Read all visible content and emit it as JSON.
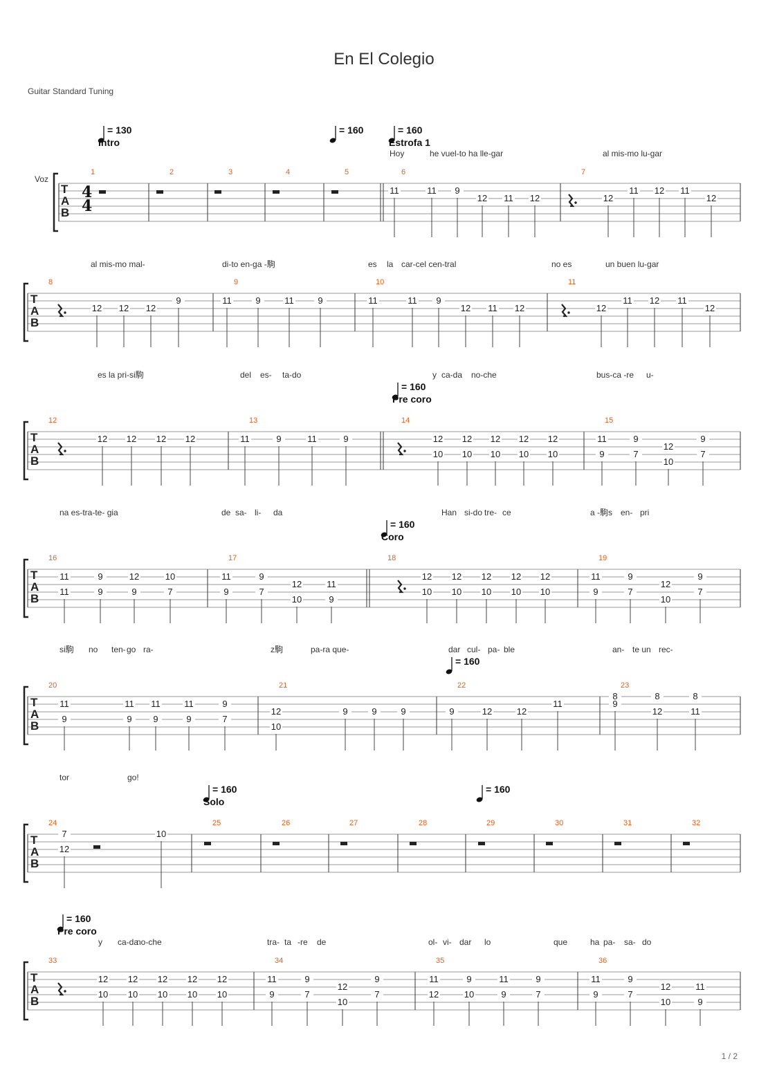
{
  "title": "En El Colegio",
  "tuning": "Guitar Standard Tuning",
  "page": "1 / 2",
  "instrument": "Voz",
  "time_signature": [
    "4",
    "4"
  ],
  "tab_letters": [
    "T",
    "A",
    "B"
  ],
  "systems": [
    {
      "tempos": [
        {
          "text": "= 130",
          "section": "Intro"
        },
        {
          "text": "= 160",
          "section": ""
        },
        {
          "text": "= 160",
          "section": "Estrofa 1"
        }
      ],
      "lyrics": [
        "Hoy",
        "he vuel-to ha lle-gar",
        "al mis-mo lu-gar"
      ],
      "measures": [
        {
          "n": "1",
          "frets": []
        },
        {
          "n": "2",
          "frets": []
        },
        {
          "n": "3",
          "frets": []
        },
        {
          "n": "4",
          "frets": []
        },
        {
          "n": "5",
          "frets": []
        },
        {
          "n": "6",
          "frets": [
            "11",
            "11",
            "9",
            "12",
            "11",
            "12"
          ]
        },
        {
          "n": "7",
          "frets": [
            "12",
            "11",
            "12",
            "11",
            "12"
          ]
        }
      ]
    },
    {
      "tempos": [],
      "lyrics": [
        "al mis-mo mal-",
        "di-to en-ga -駒",
        "es",
        "la",
        "car-cel cen-tral",
        "no es",
        "un buen lu-gar"
      ],
      "measures": [
        {
          "n": "8",
          "frets": [
            "12",
            "12",
            "12",
            "9"
          ]
        },
        {
          "n": "9",
          "frets": [
            "11",
            "9",
            "11",
            "9"
          ]
        },
        {
          "n": "10",
          "frets": [
            "11",
            "11",
            "9",
            "12",
            "11",
            "12"
          ]
        },
        {
          "n": "11",
          "frets": [
            "12",
            "11",
            "12",
            "11",
            "12"
          ]
        }
      ]
    },
    {
      "tempos": [
        {
          "text": "= 160",
          "section": "Pre coro"
        }
      ],
      "lyrics": [
        "es la pri-si駒",
        "del",
        "es-",
        "ta-",
        "do",
        "y",
        "ca-da",
        "no-che",
        "bus-ca -re",
        "u-"
      ],
      "measures": [
        {
          "n": "12",
          "frets": [
            "12",
            "12",
            "12",
            "12"
          ]
        },
        {
          "n": "13",
          "frets": [
            "11",
            "9",
            "11",
            "9"
          ]
        },
        {
          "n": "14",
          "frets": [
            "12",
            "12",
            "12",
            "12",
            "12",
            "10",
            "10",
            "10",
            "10",
            "10"
          ]
        },
        {
          "n": "15",
          "frets": [
            "11",
            "9",
            "9",
            "7",
            "12",
            "10",
            "9",
            "7"
          ]
        }
      ]
    },
    {
      "tempos": [
        {
          "text": "= 160",
          "section": "Coro"
        }
      ],
      "lyrics": [
        "na es-tra-te- gia",
        "de",
        "sa-",
        "li-",
        "da",
        "Han",
        "si-do",
        "tre-",
        "ce",
        "a -駒s",
        "en-",
        "pri"
      ],
      "measures": [
        {
          "n": "16",
          "frets": [
            "11",
            "9",
            "12",
            "10",
            "11",
            "9",
            "9",
            "7"
          ]
        },
        {
          "n": "17",
          "frets": [
            "11",
            "9",
            "9",
            "7",
            "12",
            "10",
            "11",
            "9"
          ]
        },
        {
          "n": "18",
          "frets": [
            "12",
            "12",
            "12",
            "12",
            "12",
            "10",
            "10",
            "10",
            "10",
            "10"
          ]
        },
        {
          "n": "19",
          "frets": [
            "11",
            "9",
            "9",
            "7",
            "12",
            "10",
            "9",
            "7"
          ]
        }
      ]
    },
    {
      "tempos": [
        {
          "text": "= 160",
          "section": ""
        }
      ],
      "lyrics": [
        "si駒",
        "no",
        "ten-",
        "go",
        "ra-",
        "z駒",
        "pa-ra que-",
        "dar",
        "cul-",
        "pa-",
        "ble",
        "an-",
        "te un",
        "rec-"
      ],
      "measures": [
        {
          "n": "20",
          "frets": [
            "11",
            "9",
            "11",
            "9",
            "11",
            "9",
            "11",
            "9",
            "9",
            "7"
          ]
        },
        {
          "n": "21",
          "frets": [
            "12",
            "10",
            "9",
            "9",
            "9"
          ]
        },
        {
          "n": "22",
          "frets": [
            "9",
            "12",
            "12",
            "11"
          ]
        },
        {
          "n": "23",
          "frets": [
            "8",
            "9",
            "8",
            "12",
            "8",
            "11"
          ]
        }
      ]
    },
    {
      "tempos": [
        {
          "text": "= 160",
          "section": "Solo"
        },
        {
          "text": "= 160",
          "section": ""
        }
      ],
      "lyrics": [
        "tor",
        "go!"
      ],
      "measures": [
        {
          "n": "24",
          "frets": [
            "7",
            "12",
            "10"
          ]
        },
        {
          "n": "25",
          "frets": []
        },
        {
          "n": "26",
          "frets": []
        },
        {
          "n": "27",
          "frets": []
        },
        {
          "n": "28",
          "frets": []
        },
        {
          "n": "29",
          "frets": []
        },
        {
          "n": "30",
          "frets": []
        },
        {
          "n": "31",
          "frets": []
        },
        {
          "n": "32",
          "frets": []
        }
      ]
    },
    {
      "tempos": [
        {
          "text": "= 160",
          "section": "Pre coro"
        }
      ],
      "lyrics": [
        "y",
        "ca-da",
        "no-che",
        "tra-",
        "ta",
        "-re",
        "de",
        "ol-",
        "vi-",
        "dar",
        "lo",
        "que",
        "ha",
        "pa-",
        "sa-",
        "do"
      ],
      "measures": [
        {
          "n": "33",
          "frets": [
            "12",
            "12",
            "12",
            "12",
            "12",
            "10",
            "10",
            "10",
            "10",
            "10"
          ]
        },
        {
          "n": "34",
          "frets": [
            "11",
            "9",
            "9",
            "7",
            "12",
            "10",
            "9",
            "7"
          ]
        },
        {
          "n": "35",
          "frets": [
            "11",
            "9",
            "12",
            "10",
            "11",
            "9",
            "9",
            "7"
          ]
        },
        {
          "n": "36",
          "frets": [
            "11",
            "9",
            "9",
            "7",
            "12",
            "10",
            "11",
            "9"
          ]
        }
      ]
    }
  ]
}
